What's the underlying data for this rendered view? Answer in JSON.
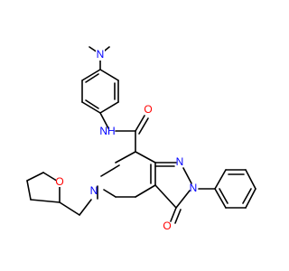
{
  "molecule": {
    "atoms": {
      "N_dimethyl": "N",
      "N_amide": "NH",
      "O_amide": "O",
      "N_pyrazole_top": "N",
      "N_pyrazole_phenyl": "N",
      "O_keto": "O",
      "N_pyridine": "N",
      "O_thf": "O"
    },
    "colors": {
      "bond": "#000000",
      "nitrogen": "#0000ff",
      "oxygen": "#ff0000"
    }
  }
}
